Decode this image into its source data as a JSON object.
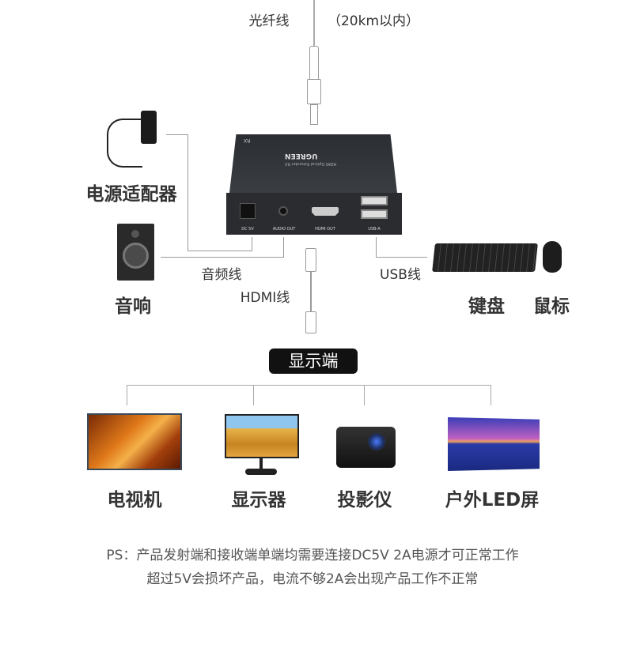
{
  "fiber": {
    "label": "光纤线",
    "distance": "（20km以内）"
  },
  "device": {
    "brand": "UGREEN",
    "model": "HDMI Optical Extender RX",
    "badge": "RX",
    "ports": [
      "DC 5V",
      "AUDIO OUT",
      "HDMI OUT",
      "USB-A"
    ]
  },
  "peripherals": {
    "power_adapter": "电源适配器",
    "speaker": "音响",
    "audio_cable": "音频线",
    "hdmi_cable": "HDMI线",
    "usb_cable": "USB线",
    "keyboard": "键盘",
    "mouse": "鼠标"
  },
  "display_section": {
    "title": "显示端",
    "items": [
      "电视机",
      "显示器",
      "投影仪",
      "户外LED屏"
    ]
  },
  "note": {
    "line1": "PS：产品发射端和接收端单端均需要连接DC5V 2A电源才可正常工作",
    "line2": "超过5V会损坏产品，电流不够2A会出现产品工作不正常"
  }
}
